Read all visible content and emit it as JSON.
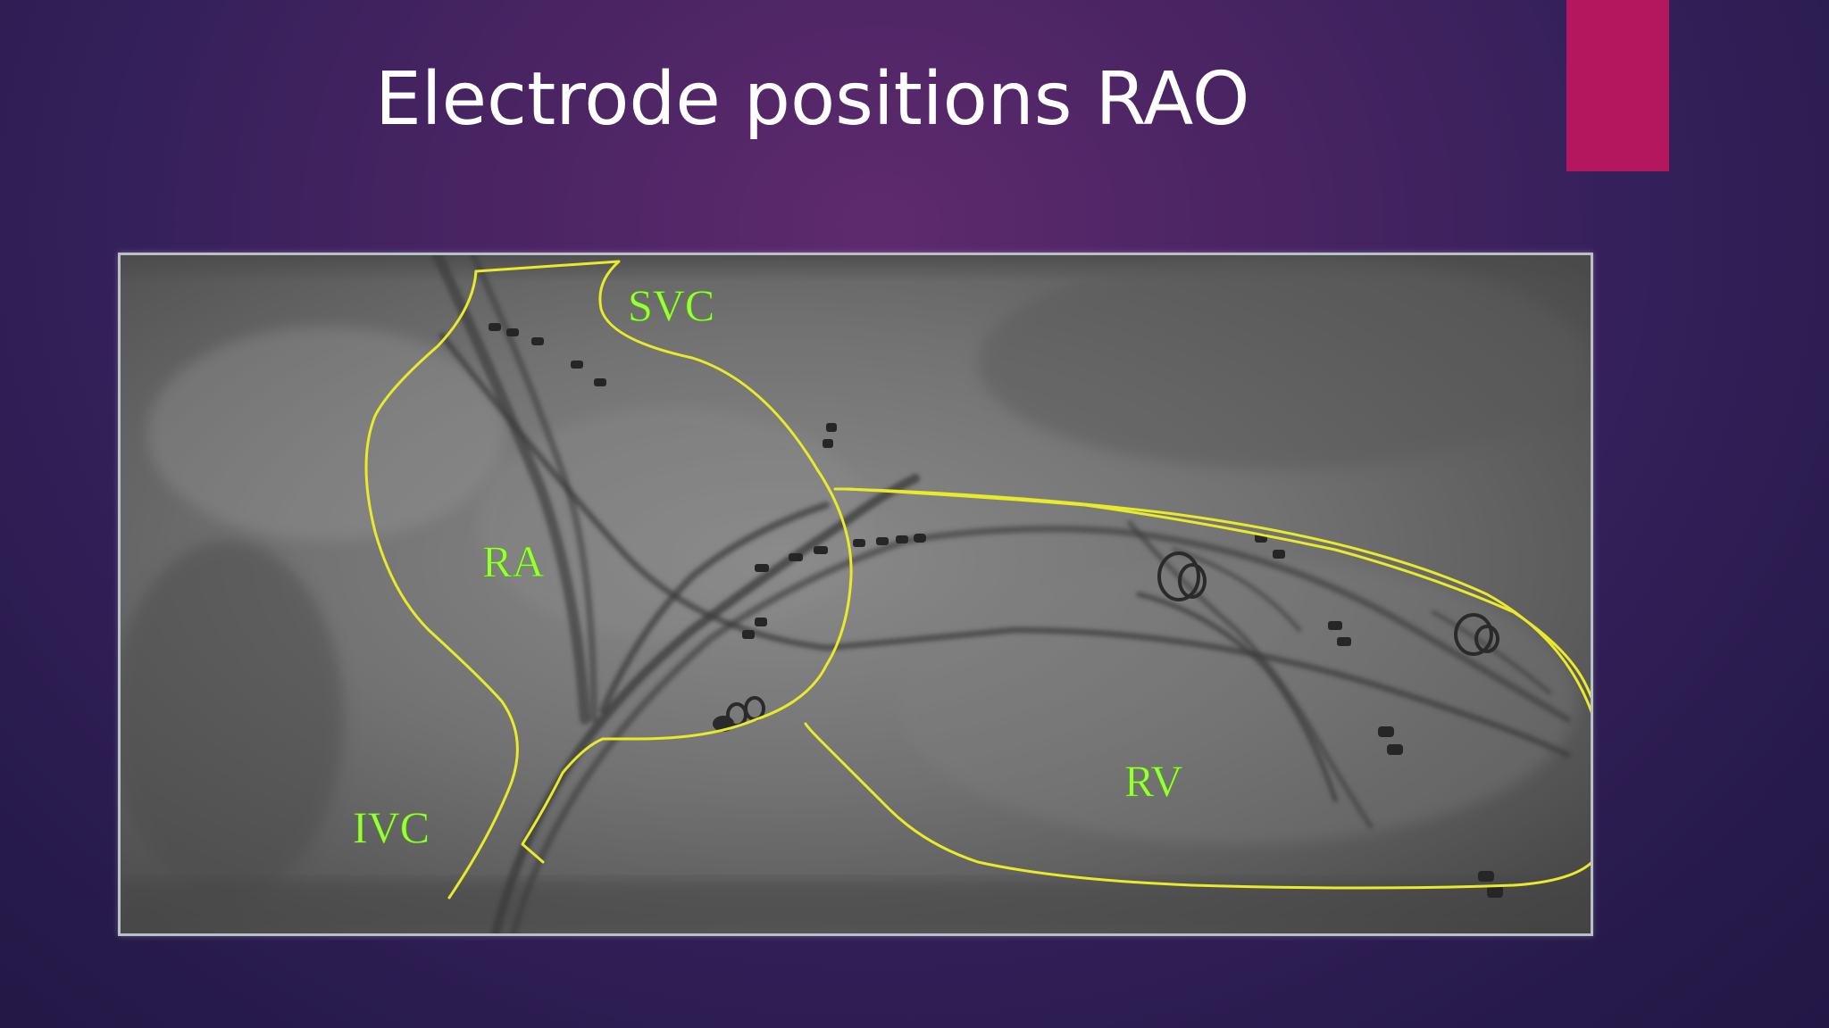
{
  "slide": {
    "title": "Electrode positions RAO",
    "accent_color": "#b5175e"
  },
  "figure": {
    "kind": "fluoroscopy image (RAO view) with traced chamber outlines",
    "outline_color": "#e8ea2a",
    "label_color": "#9aff3a",
    "labels": {
      "svc": "SVC",
      "ra": "RA",
      "rv": "RV",
      "ivc": "IVC"
    }
  }
}
